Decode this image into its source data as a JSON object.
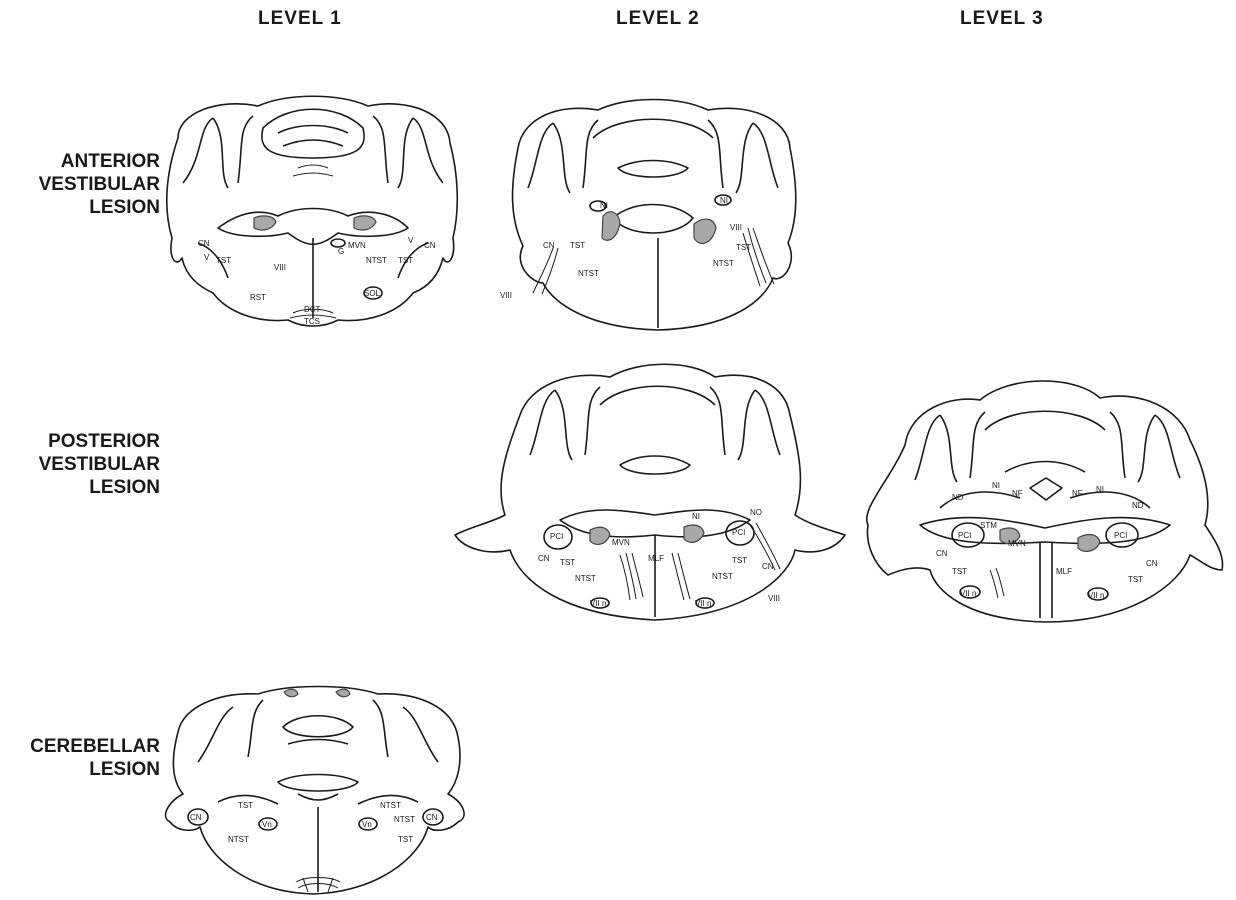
{
  "columns": [
    "LEVEL 1",
    "LEVEL 2",
    "LEVEL 3"
  ],
  "rows": {
    "anterior": [
      "ANTERIOR",
      "VESTIBULAR",
      "LESION"
    ],
    "posterior": [
      "POSTERIOR",
      "VESTIBULAR",
      "LESION"
    ],
    "cerebellar": [
      "CEREBELLAR",
      "LESION"
    ]
  },
  "sections": {
    "ant_l1": {
      "labels": [
        "CN",
        "V",
        "TST",
        "VIII",
        "G",
        "MVN",
        "NTST",
        "TST",
        "V",
        "CN",
        "RST",
        "SOL",
        "DCT",
        "TCS"
      ]
    },
    "ant_l2": {
      "labels": [
        "NI",
        "NI",
        "VIII",
        "CN",
        "TST",
        "NTST",
        "TST",
        "NTST",
        "VIII"
      ]
    },
    "post_l2": {
      "labels": [
        "PCI",
        "MVN",
        "NI",
        "PCI",
        "NO",
        "CN",
        "TST",
        "NTST",
        "MLF",
        "NTST",
        "TST",
        "CN",
        "VII n",
        "VII n",
        "VIII"
      ]
    },
    "post_l3": {
      "labels": [
        "NI",
        "NF",
        "NF",
        "NI",
        "ND",
        "ND",
        "STM",
        "PCI",
        "MVN",
        "PCI",
        "CN",
        "TST",
        "MLF",
        "TST",
        "CN",
        "VII n",
        "VII n"
      ]
    },
    "cer_l1": {
      "labels": [
        "CN",
        "TST",
        "Vn",
        "NTST",
        "Vn",
        "NTST",
        "CN",
        "NTST",
        "TST"
      ]
    }
  }
}
